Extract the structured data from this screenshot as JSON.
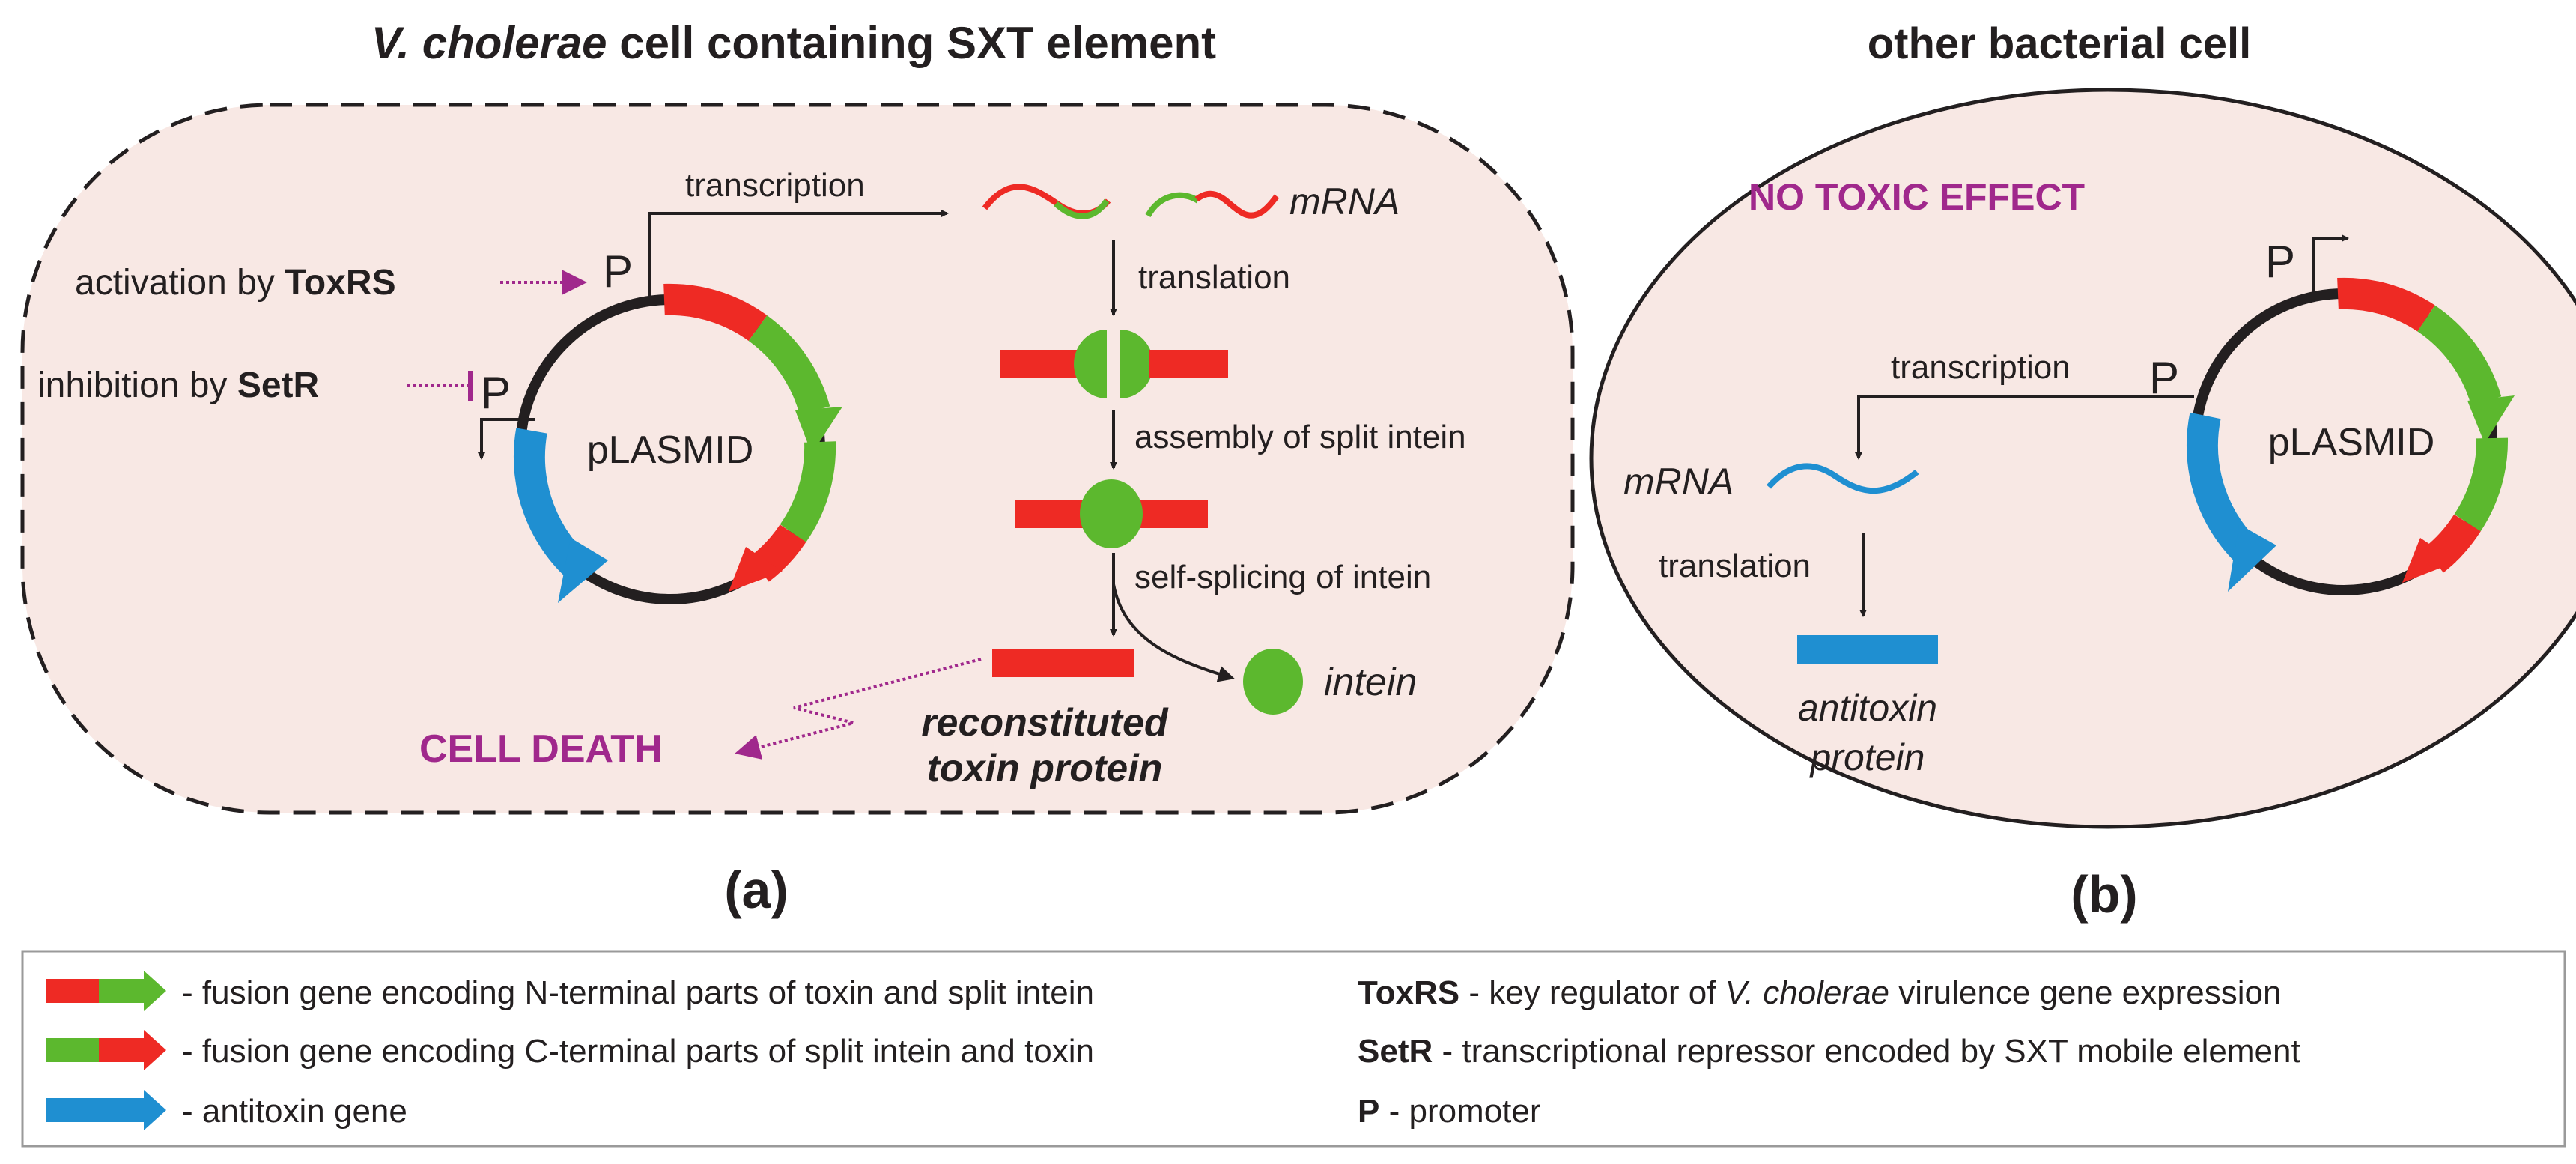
{
  "panel_a": {
    "title_italic": "V. cholerae",
    "title_rest": " cell containing SXT element",
    "label": "(a)",
    "activation_prefix": "activation by ",
    "activation_bold": "ToxRS",
    "inhibition_prefix": "inhibition by ",
    "inhibition_bold": "SetR",
    "promoter_top": "P",
    "promoter_left": "P",
    "plasmid": "pLASMID",
    "transcription": "transcription",
    "mrna": "mRNA",
    "translation": "translation",
    "assembly": "assembly of split intein",
    "self_splicing": "self-splicing of intein",
    "intein": "intein",
    "cell_death": "CELL DEATH",
    "toxin_line1": "reconstituted",
    "toxin_line2": "toxin protein"
  },
  "panel_b": {
    "title": "other bacterial cell",
    "label": "(b)",
    "no_toxic": "NO TOXIC EFFECT",
    "promoter_top": "P",
    "promoter_left": "P",
    "transcription": "transcription",
    "mrna": "mRNA",
    "translation": "translation",
    "plasmid": "pLASMID",
    "antitoxin_line1": "antitoxin",
    "antitoxin_line2": "protein"
  },
  "legend": {
    "item1": "- fusion gene encoding N-terminal parts of toxin and split intein",
    "item2": "- fusion gene encoding C-terminal parts of split intein and toxin",
    "item3": "- antitoxin gene",
    "toxrs_bold": "ToxRS",
    "toxrs_text": " - key regulator of ",
    "toxrs_italic": "V. cholerae",
    "toxrs_end": " virulence gene expression",
    "setr_bold": "SetR",
    "setr_text": " - transcriptional repressor encoded by SXT mobile element",
    "p_bold": "P",
    "p_text": "  - promoter"
  },
  "colors": {
    "red": "#ee2a24",
    "green": "#5cb82e",
    "blue": "#1f8fd1",
    "magenta": "#a0288c",
    "cell_fill": "#f8e8e4",
    "plasmid_ring": "#231f20"
  }
}
